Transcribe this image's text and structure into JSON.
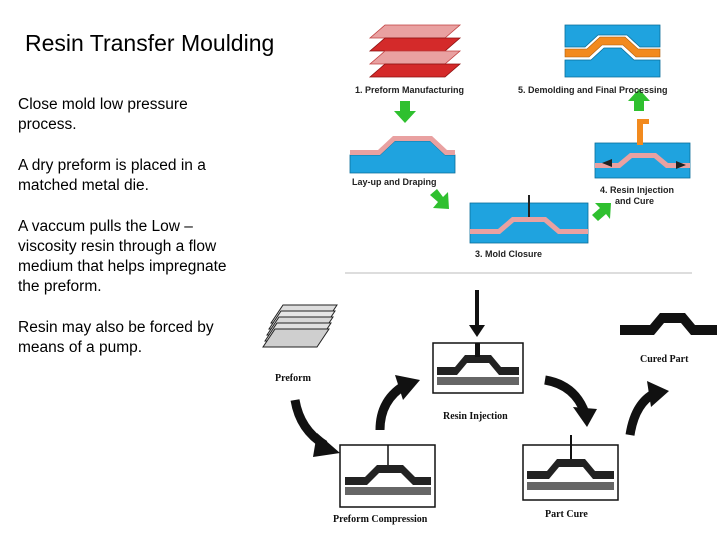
{
  "title": "Resin Transfer Moulding",
  "paragraphs": [
    "Close mold low pressure process.",
    "A dry preform is placed in a matched metal die.",
    "A vaccum pulls the Low – viscosity resin through a flow medium that helps impregnate the preform.",
    "Resin may also be forced by means of a pump."
  ],
  "top_diagram": {
    "steps": [
      "1. Preform Manufacturing",
      "Lay-up and Draping",
      "3. Mold Closure",
      "4. Resin Injection",
      "and Cure",
      "5. Demolding and Final Processing"
    ],
    "colors": {
      "mold": "#1fa3df",
      "preform": "#e8a0a0",
      "preform_dark": "#d42a2a",
      "arrow": "#2fc02f",
      "part": "#f28a1e"
    }
  },
  "bottom_diagram": {
    "labels": [
      "Preform",
      "Resin Injection",
      "Cured Part",
      "Preform Compression",
      "Part Cure"
    ]
  }
}
